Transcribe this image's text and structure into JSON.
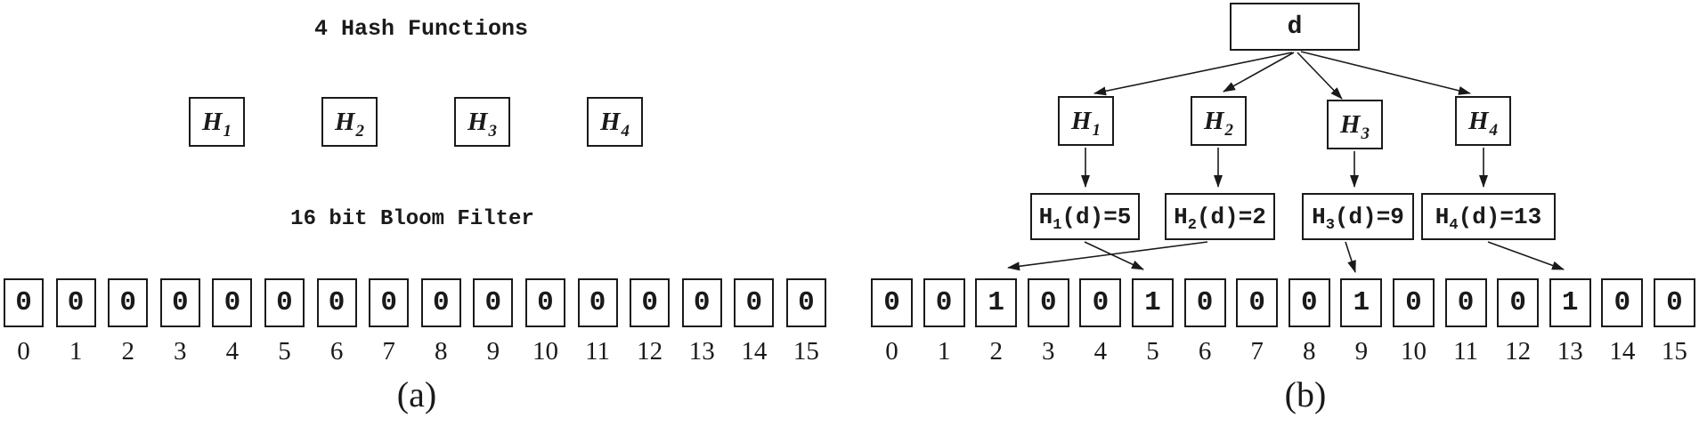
{
  "colors": {
    "ink": "#1a1a1a",
    "background": "#ffffff"
  },
  "panel_a": {
    "hash_title": "4 Hash Functions",
    "filter_title": "16 bit Bloom Filter",
    "caption": "(a)",
    "hash_functions": [
      {
        "name": "H",
        "sub": "1"
      },
      {
        "name": "H",
        "sub": "2"
      },
      {
        "name": "H",
        "sub": "3"
      },
      {
        "name": "H",
        "sub": "4"
      }
    ],
    "filter": {
      "bits": [
        "0",
        "0",
        "0",
        "0",
        "0",
        "0",
        "0",
        "0",
        "0",
        "0",
        "0",
        "0",
        "0",
        "0",
        "0",
        "0"
      ],
      "indices": [
        "0",
        "1",
        "2",
        "3",
        "4",
        "5",
        "6",
        "7",
        "8",
        "9",
        "10",
        "11",
        "12",
        "13",
        "14",
        "15"
      ]
    }
  },
  "panel_b": {
    "caption": "(b)",
    "input_label": "d",
    "hash_functions": [
      {
        "name": "H",
        "sub": "1"
      },
      {
        "name": "H",
        "sub": "2"
      },
      {
        "name": "H",
        "sub": "3"
      },
      {
        "name": "H",
        "sub": "4"
      }
    ],
    "hash_results": [
      {
        "name": "H",
        "sub": "1",
        "expr": "(d)=5"
      },
      {
        "name": "H",
        "sub": "2",
        "expr": "(d)=2"
      },
      {
        "name": "H",
        "sub": "3",
        "expr": "(d)=9"
      },
      {
        "name": "H",
        "sub": "4",
        "expr": "(d)=13"
      }
    ],
    "set_positions": [
      2,
      5,
      9,
      13
    ],
    "filter": {
      "bits": [
        "0",
        "0",
        "1",
        "0",
        "0",
        "1",
        "0",
        "0",
        "0",
        "1",
        "0",
        "0",
        "0",
        "1",
        "0",
        "0"
      ],
      "indices": [
        "0",
        "1",
        "2",
        "3",
        "4",
        "5",
        "6",
        "7",
        "8",
        "9",
        "10",
        "11",
        "12",
        "13",
        "14",
        "15"
      ]
    }
  }
}
